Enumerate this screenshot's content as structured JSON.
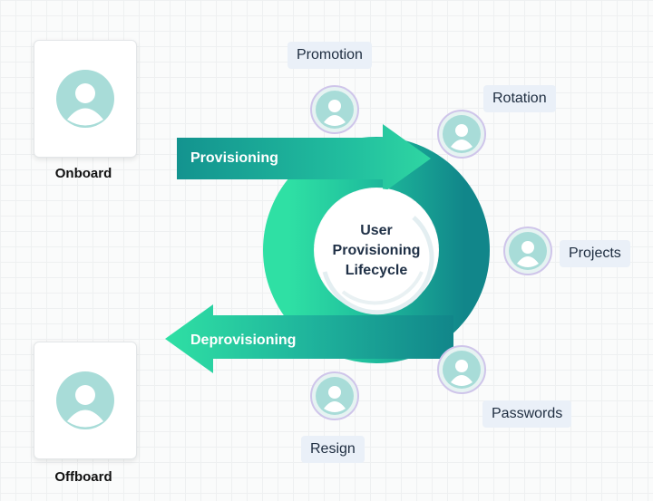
{
  "center": {
    "lines": [
      "User",
      "Provisioning",
      "Lifecycle"
    ]
  },
  "cards": {
    "onboard": "Onboard",
    "offboard": "Offboard"
  },
  "arrows": {
    "provisioning": "Provisioning",
    "deprovisioning": "Deprovisioning"
  },
  "tags": {
    "promotion": "Promotion",
    "rotation": "Rotation",
    "projects": "Projects",
    "passwords": "Passwords",
    "resign": "Resign"
  },
  "colors": {
    "teal_dark": "#11868a",
    "teal_mid": "#19a79c",
    "green_light": "#2fe0a4",
    "avatar_fill": "#a8dcd8",
    "avatar_bg": "#e6f3f2",
    "avatar_ring": "#cfc5ea",
    "tag_bg": "#eaf0f8"
  }
}
